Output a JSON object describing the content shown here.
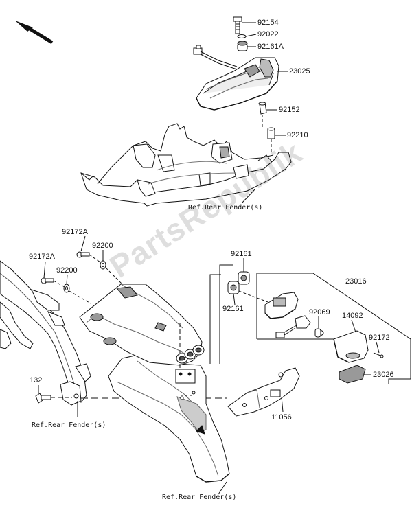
{
  "parts": {
    "p92154": "92154",
    "p92022": "92022",
    "p92161A": "92161A",
    "p23025": "23025",
    "p92152": "92152",
    "p92210": "92210",
    "p92172A_top": "92172A",
    "p92200_top": "92200",
    "p92172A_left": "92172A",
    "p92200_left": "92200",
    "p92161_top": "92161",
    "p92161_bot": "92161",
    "p23016": "23016",
    "p92069": "92069",
    "p14092": "14092",
    "p92172": "92172",
    "p23026": "23026",
    "p132": "132",
    "p11056": "11056"
  },
  "refs": {
    "ref_top": "Ref.Rear Fender(s)",
    "ref_left": "Ref.Rear Fender(s)",
    "ref_bottom": "Ref.Rear Fender(s)"
  },
  "watermark": "PartsRepublik",
  "colors": {
    "line": "#111111",
    "fill": "#ffffff",
    "shade": "#b9b9b9",
    "dark": "#555555"
  }
}
